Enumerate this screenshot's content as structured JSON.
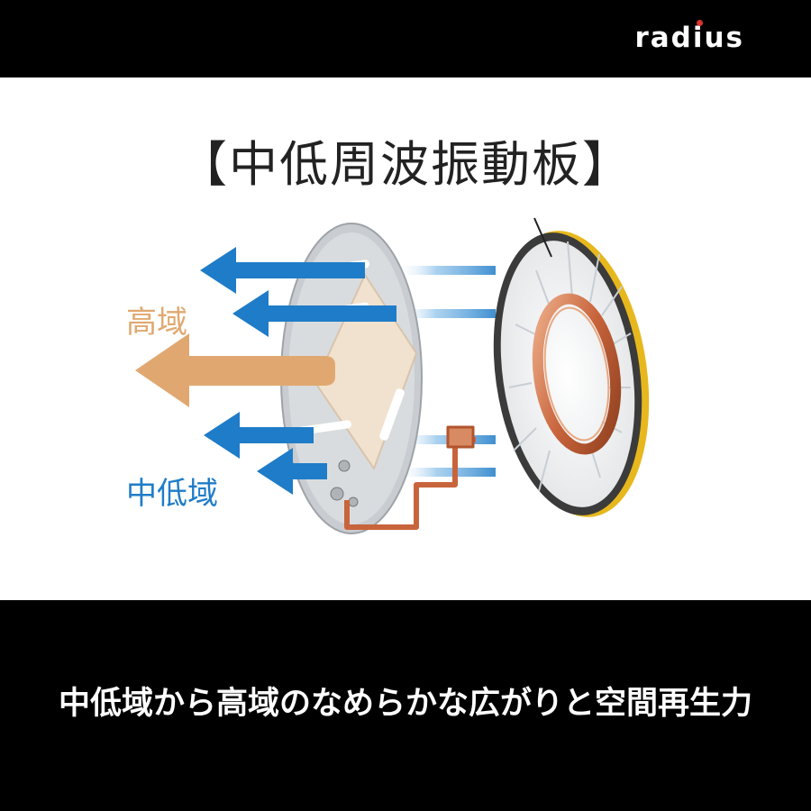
{
  "brand": {
    "logo_text": "radius",
    "logo_dot_color": "#d9342b"
  },
  "diagram": {
    "title": "【中低周波振動板】",
    "label_high": "高域",
    "label_mid_low": "中低域",
    "colors": {
      "high": "#e0a870",
      "mid_low": "#1f7cc8",
      "coil": "#c8643c",
      "ring": "#d8b428"
    }
  },
  "caption": "中低域から高域のなめらかな広がりと空間再生力"
}
